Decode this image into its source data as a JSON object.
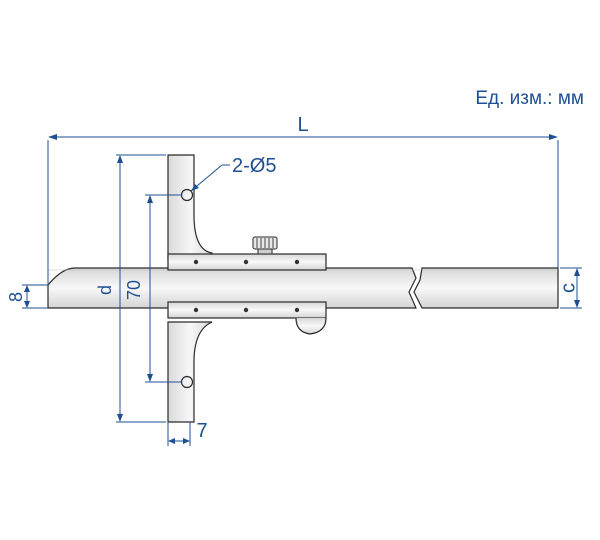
{
  "units_label": "Ед. изм.: мм",
  "dimensions": {
    "L": "L",
    "d": "d",
    "c": "c",
    "base_height": "70",
    "ruler_height": "8",
    "base_width": "7",
    "holes": "2-Ø5"
  },
  "colors": {
    "dimension": "#1f4f93",
    "outline": "#2a2a2a",
    "metal_light": "#f4f4f4",
    "metal_dark": "#dcdcdc"
  }
}
